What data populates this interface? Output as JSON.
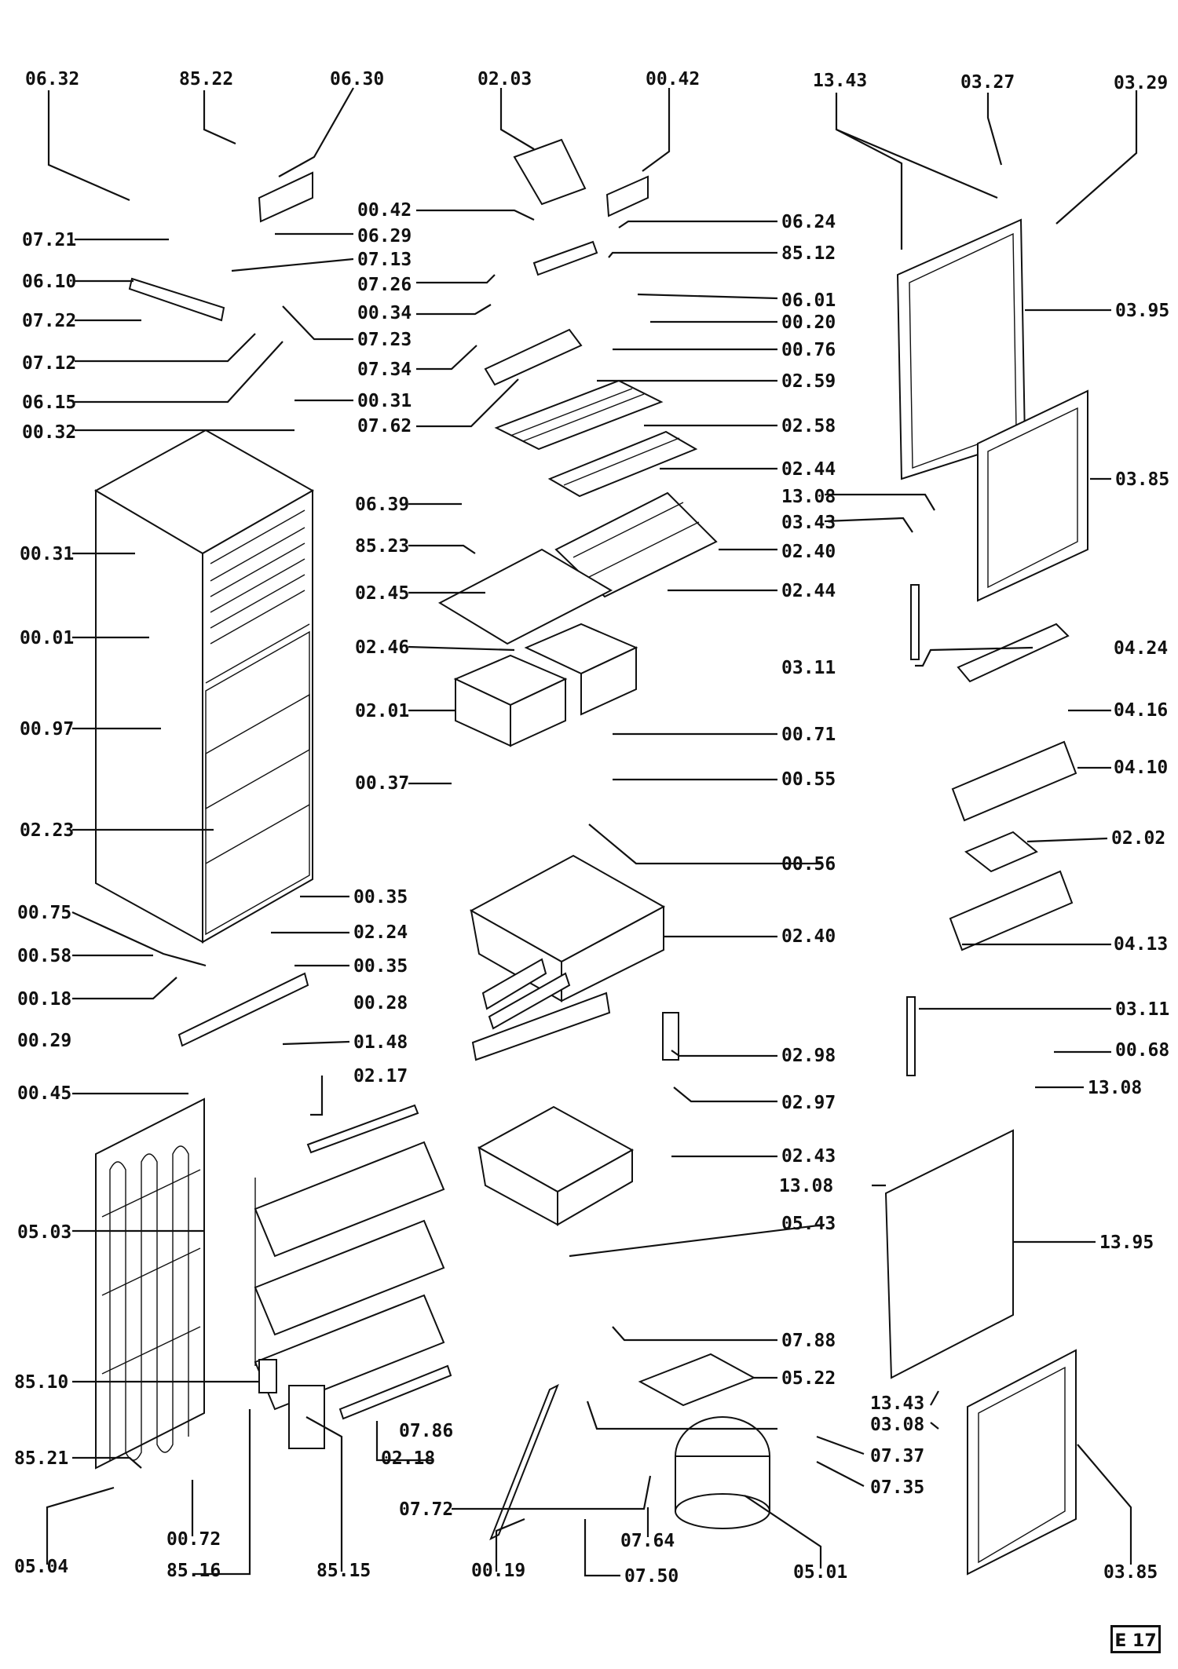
{
  "page_tag": "E 17",
  "labels": [
    "06.32",
    "85.22",
    "06.30",
    "02.03",
    "00.42",
    "13.43",
    "03.27",
    "03.29",
    "00.42",
    "06.29",
    "07.13",
    "07.26",
    "00.34",
    "07.23",
    "07.34",
    "00.31",
    "07.62",
    "07.21",
    "06.10",
    "07.22",
    "07.12",
    "06.15",
    "00.32",
    "06.24",
    "85.12",
    "06.01",
    "00.20",
    "00.76",
    "02.59",
    "02.58",
    "02.44",
    "13.08",
    "03.43",
    "02.40",
    "02.44",
    "03.95",
    "03.85",
    "06.39",
    "85.23",
    "02.45",
    "02.46",
    "02.01",
    "00.37",
    "00.31",
    "00.01",
    "00.97",
    "02.23",
    "03.11",
    "04.24",
    "04.16",
    "04.10",
    "02.02",
    "04.13",
    "00.71",
    "00.55",
    "00.56",
    "02.40",
    "00.75",
    "00.35",
    "02.24",
    "00.58",
    "00.35",
    "00.18",
    "00.28",
    "00.29",
    "01.48",
    "03.11",
    "00.68",
    "13.08",
    "02.98",
    "02.97",
    "00.45",
    "02.17",
    "02.43",
    "13.08",
    "13.95",
    "05.03",
    "05.43",
    "07.88",
    "05.22",
    "85.10",
    "13.43",
    "03.08",
    "07.86",
    "02.18",
    "85.21",
    "07.37",
    "07.35",
    "07.72",
    "00.72",
    "07.64",
    "05.04",
    "85.16",
    "85.15",
    "00.19",
    "07.50",
    "05.01",
    "03.85"
  ]
}
